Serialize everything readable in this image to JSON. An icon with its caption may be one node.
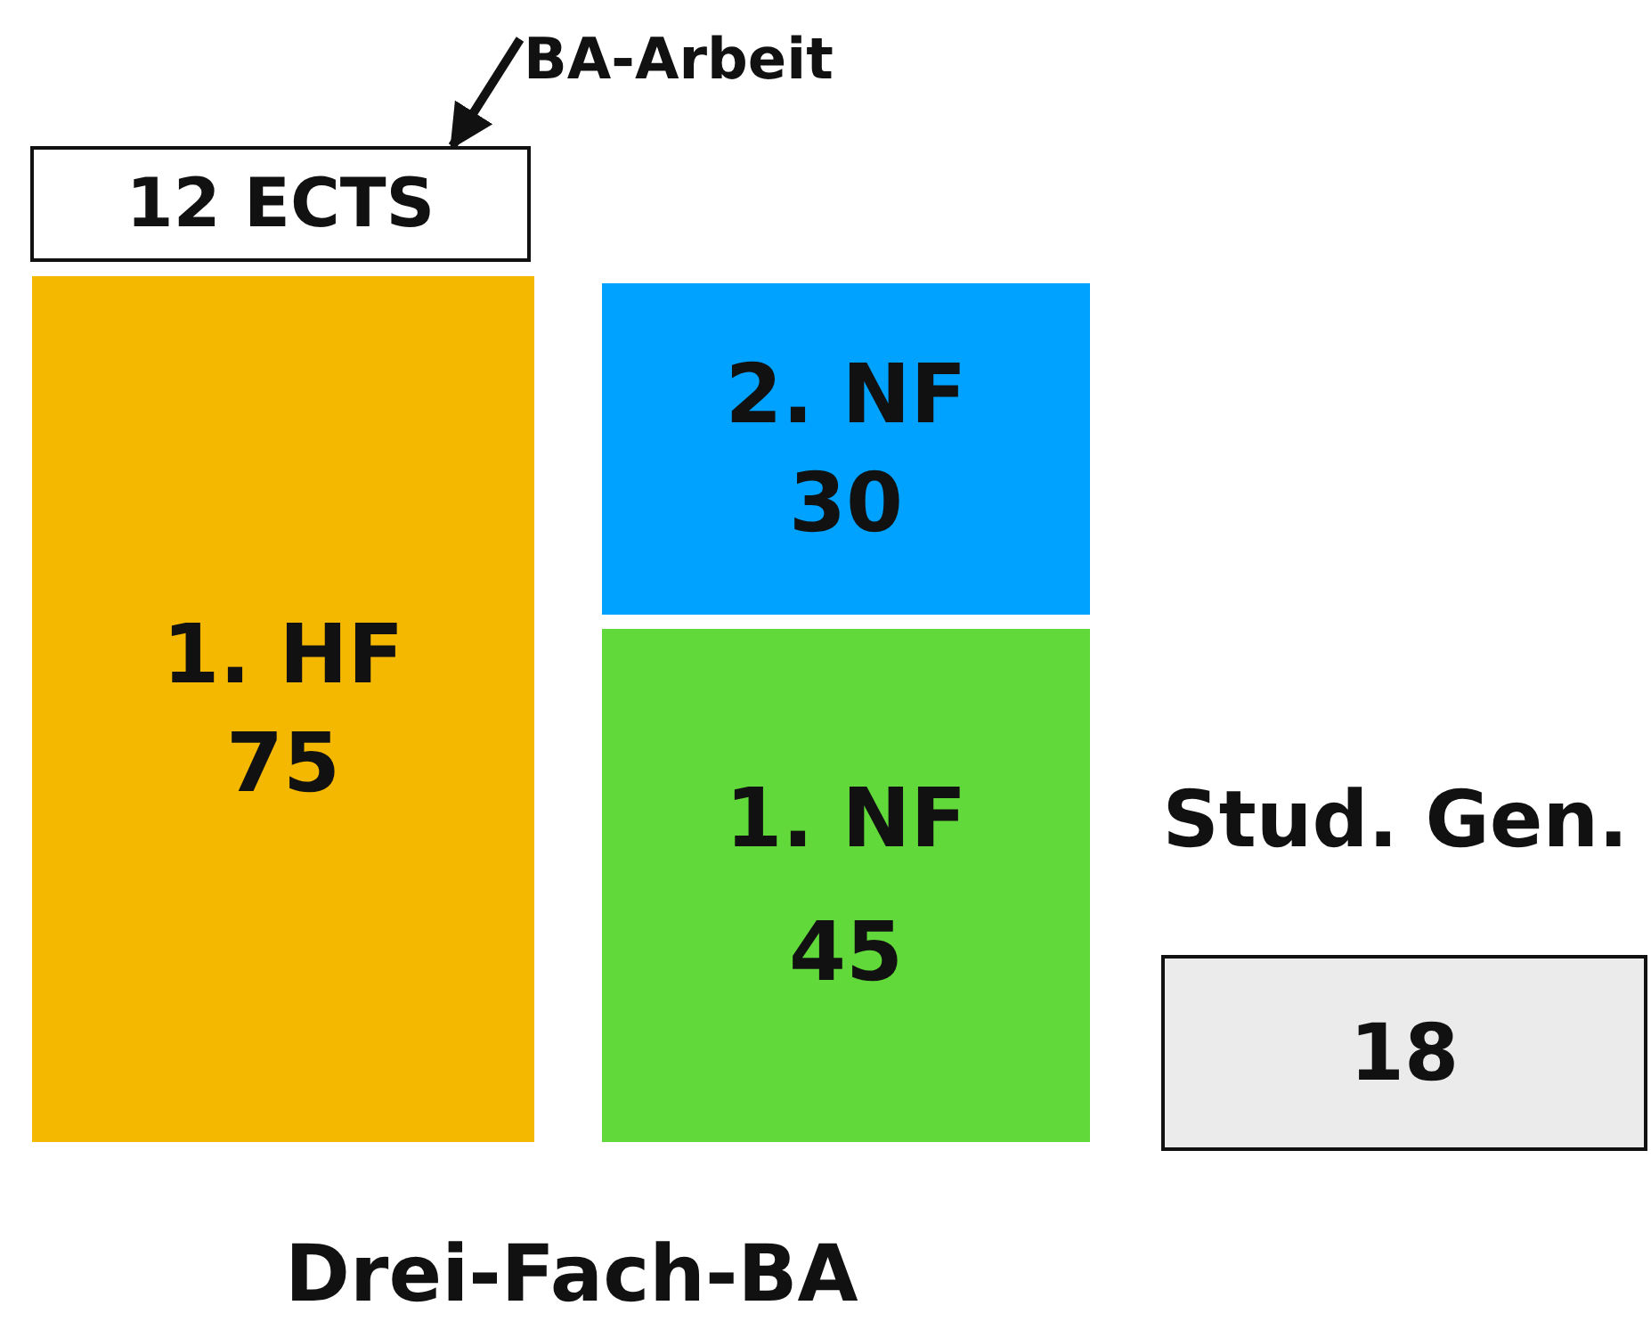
{
  "diagram": {
    "title": "Drei-Fach-BA",
    "nodes": [
      {
        "text": [
          "BA-Arbeit"
        ]
      },
      {
        "text": [
          "12 ECTS"
        ]
      },
      {
        "text": [
          "1. HF",
          "75"
        ]
      },
      {
        "text": [
          "2. NF",
          "30"
        ]
      },
      {
        "text": [
          "1. NF",
          "45"
        ]
      },
      {
        "text": [
          "Stud. Gen.",
          "18"
        ]
      }
    ],
    "edges": [
      {
        "from": 0,
        "to": 1,
        "arrow": "to"
      }
    ]
  }
}
